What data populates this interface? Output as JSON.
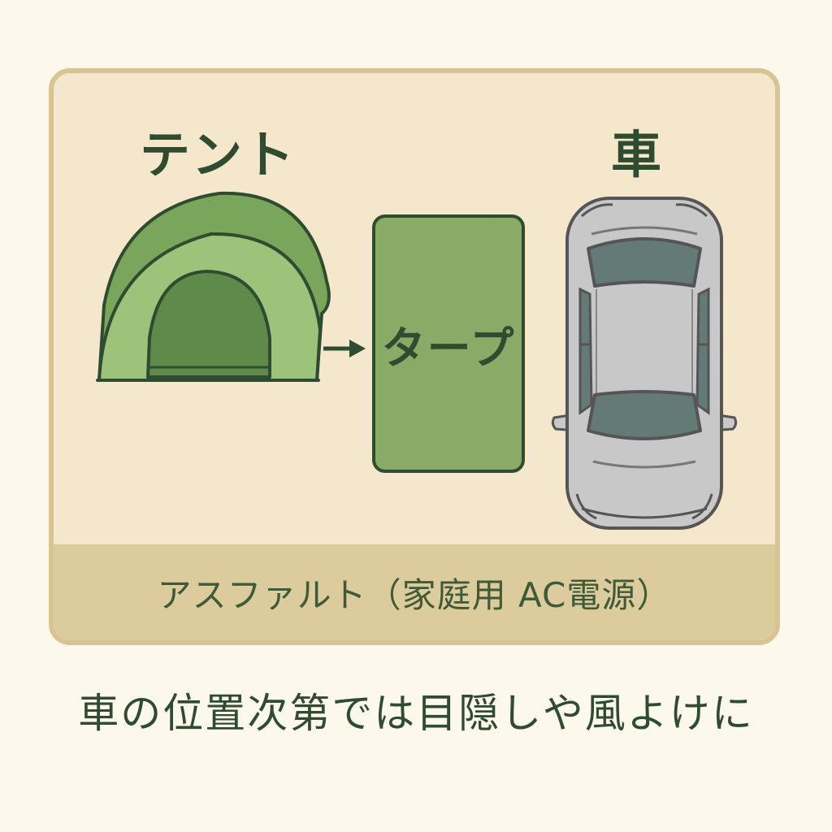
{
  "labels": {
    "tent": "テント",
    "tarp": "タープ",
    "car": "車",
    "ground": "アスファルト（家庭用 AC電源）"
  },
  "caption": "車の位置次第では目隠しや風よけに",
  "colors": {
    "background": "#fdf8ec",
    "panel": "#f4e7cc",
    "ground": "#dccb9c",
    "tent_outer": "#79a65a",
    "tent_inner": "#9bc47a",
    "tent_door": "#5f8a4a",
    "tarp": "#8aaa68",
    "car_body": "#c8c8c8",
    "car_glass": "#647a76",
    "text": "#2f4c30"
  },
  "icons": [
    "tent-icon",
    "arrow-right-icon",
    "car-icon"
  ]
}
